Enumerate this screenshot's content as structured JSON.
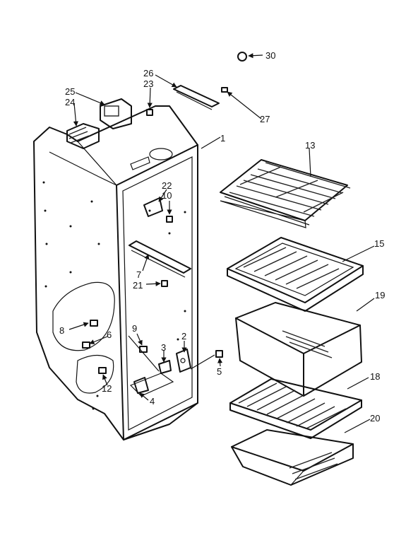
{
  "callouts": {
    "c1": "1",
    "c2": "2",
    "c3": "3",
    "c4": "4",
    "c5": "5",
    "c6": "6",
    "c7": "7",
    "c8": "8",
    "c9": "9",
    "c10": "10",
    "c12": "12",
    "c13": "13",
    "c15": "15",
    "c18": "18",
    "c19": "19",
    "c20": "20",
    "c21": "21",
    "c22": "22",
    "c23": "23",
    "c24": "24",
    "c25": "25",
    "c26": "26",
    "c27": "27",
    "c30": "30"
  },
  "colors": {
    "ink": "#111111",
    "paper": "#ffffff"
  }
}
